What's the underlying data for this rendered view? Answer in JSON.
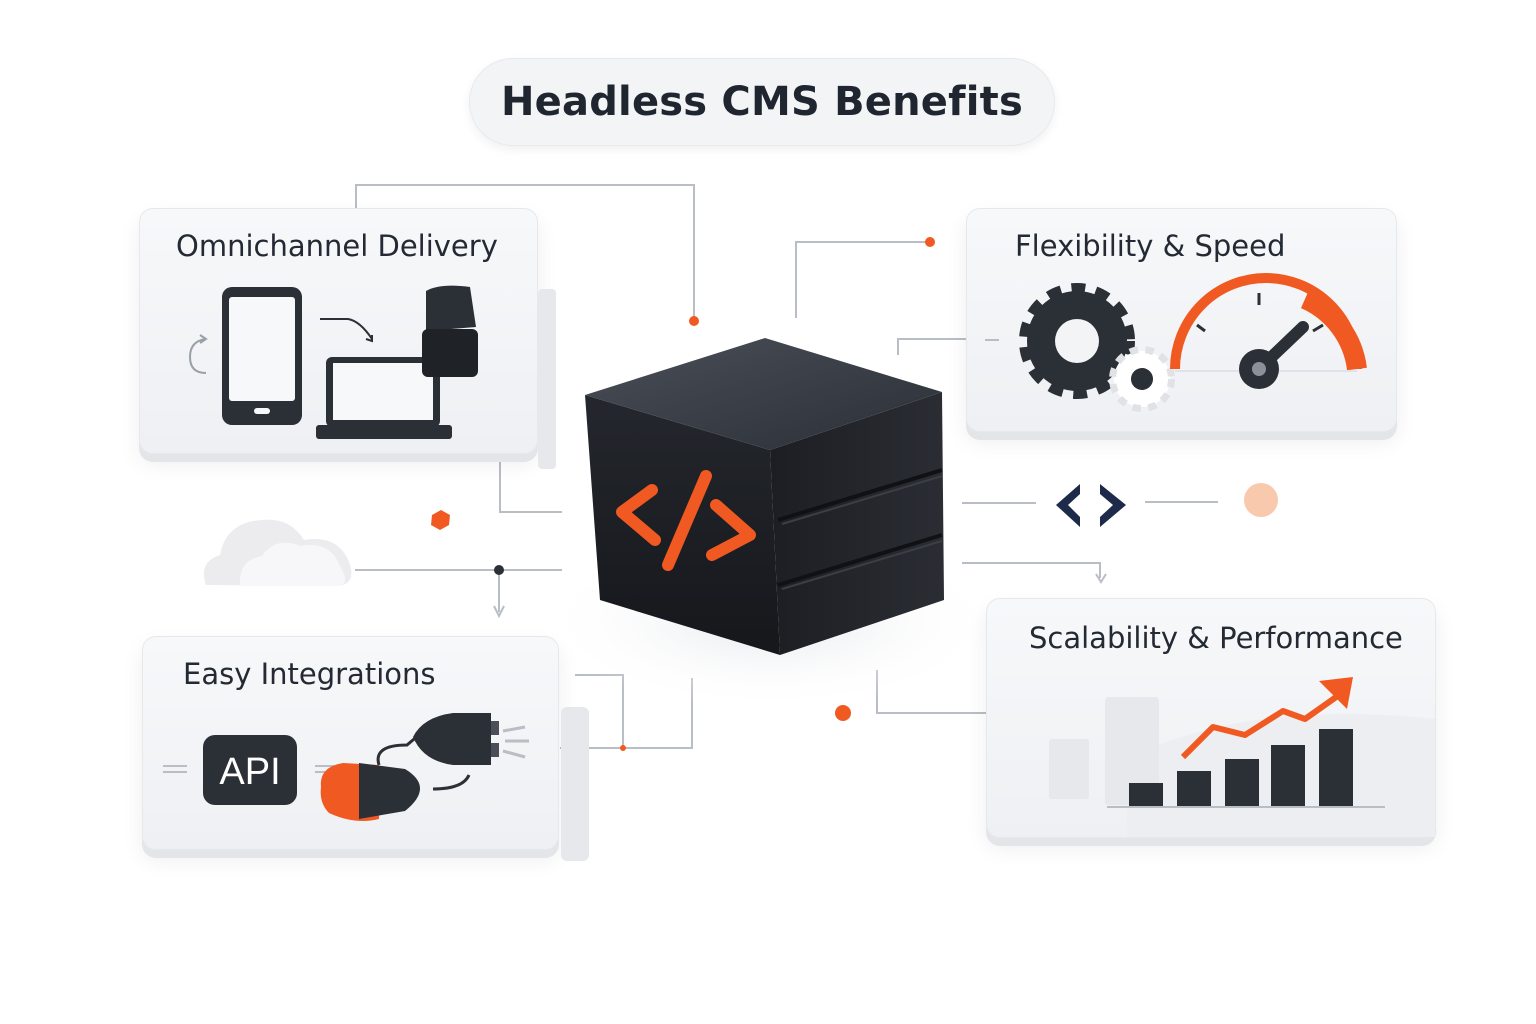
{
  "title": "Headless CMS Benefits",
  "center_icon": "code-brackets-icon",
  "benefits": [
    {
      "id": "omnichannel",
      "title": "Omnichannel Delivery",
      "icons": [
        "smartphone-icon",
        "laptop-icon",
        "smartwatch-icon",
        "arrow-icon"
      ]
    },
    {
      "id": "flexibility",
      "title": "Flexibility & Speed",
      "icons": [
        "gear-icon",
        "speedometer-icon"
      ]
    },
    {
      "id": "integrations",
      "title": "Easy Integrations",
      "badge": "API",
      "icons": [
        "plug-icon"
      ]
    },
    {
      "id": "scalability",
      "title": "Scalability & Performance",
      "icons": [
        "bar-chart-icon",
        "trend-arrow-icon"
      ]
    }
  ],
  "colors": {
    "accent": "#f05a22",
    "dark": "#2b2f36",
    "navy": "#1e2a4a",
    "card_bg": "#f3f4f6",
    "line": "#b9bdc4"
  }
}
